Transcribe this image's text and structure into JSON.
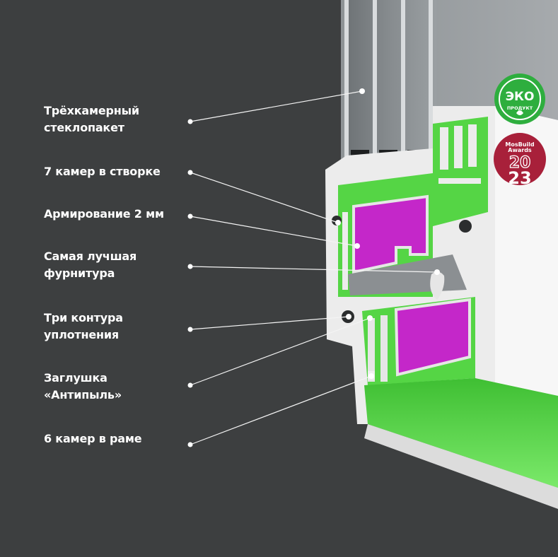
{
  "callouts": [
    {
      "label": "Трёхкамерный\nстеклопакет",
      "target": "glazing"
    },
    {
      "label": "7 камер в створке",
      "target": "sash-chambers"
    },
    {
      "label": "Армирование 2 мм",
      "target": "sash-reinforcement"
    },
    {
      "label": "Самая лучшая\nфурнитура",
      "target": "hardware"
    },
    {
      "label": "Три контура\nуплотнения",
      "target": "seals"
    },
    {
      "label": "Заглушка\n«Антипыль»",
      "target": "dust-plug"
    },
    {
      "label": "6 камер в раме",
      "target": "frame-chambers"
    }
  ],
  "badges": {
    "eco": {
      "title": "ЭКО",
      "subtitle": "ПРОДУКТ"
    },
    "award": {
      "line1": "MosBuild",
      "line2": "Awards",
      "year_top": "20",
      "year_bottom": "23"
    }
  },
  "colors": {
    "background": "#3d3f40",
    "frame_green": "#55d545",
    "reinforcement_magenta": "#c427c9",
    "profile_white": "#eeeeee",
    "eco_badge": "#2eae3e",
    "award_badge": "#a8203a"
  }
}
